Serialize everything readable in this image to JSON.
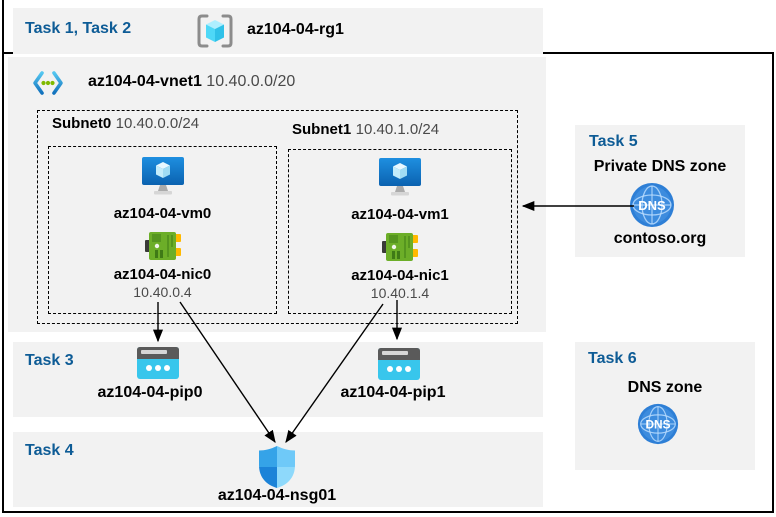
{
  "header": {
    "tasks_label": "Task 1, Task 2",
    "resource_group": "az104-04-rg1"
  },
  "vnet": {
    "name": "az104-04-vnet1",
    "cidr": "10.40.0.0/20",
    "subnets": [
      {
        "name": "Subnet0",
        "cidr": "10.40.0.0/24",
        "vm": "az104-04-vm0",
        "nic": "az104-04-nic0",
        "ip": "10.40.0.4"
      },
      {
        "name": "Subnet1",
        "cidr": "10.40.1.0/24",
        "vm": "az104-04-vm1",
        "nic": "az104-04-nic1",
        "ip": "10.40.1.4"
      }
    ]
  },
  "task3": {
    "label": "Task 3",
    "pip0": "az104-04-pip0",
    "pip1": "az104-04-pip1"
  },
  "task4": {
    "label": "Task 4",
    "nsg": "az104-04-nsg01"
  },
  "task5": {
    "label": "Task 5",
    "title": "Private DNS zone",
    "zone": "contoso.org",
    "dns_badge": "DNS"
  },
  "task6": {
    "label": "Task 6",
    "title": "DNS zone",
    "dns_badge": "DNS"
  },
  "colors": {
    "accent_blue": "#0E5C96",
    "band_gray": "#F2F2F2"
  }
}
